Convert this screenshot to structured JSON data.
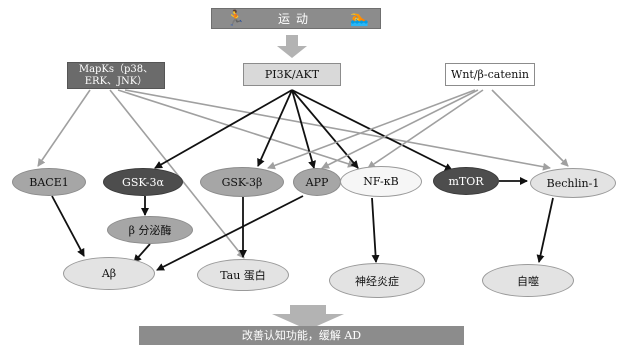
{
  "top": {
    "label": "运动",
    "left_icon": "running-person-icon",
    "right_icon": "swimming-person-icon"
  },
  "pathways": {
    "mapks": "MapKs（p38、ERK、JNK）",
    "pi3k": "PI3K/AKT",
    "wnt": "Wnt/β-catenin"
  },
  "nodes": {
    "bace1": "BACE1",
    "gsk3a": "GSK-3α",
    "gsk3b": "GSK-3β",
    "app": "APP",
    "nfkb": "NF-κB",
    "mtor": "mTOR",
    "beclin": "Bechlin-1",
    "beta_secretase": "β 分泌酶",
    "abeta": "Aβ",
    "tau": "Tau 蛋白",
    "neuroinflammation": "神经炎症",
    "autophagy": "自噬"
  },
  "bottom": {
    "label": "改善认知功能，缓解 AD"
  },
  "colors": {
    "top_bar": "#8c8c8c",
    "big_arrow": "#b3b3b3",
    "mapks_box": "#6b6b6b",
    "pi3k_box": "#d9d9d9",
    "wnt_box": "#ffffff",
    "bottom_bar": "#8c8c8c",
    "black_edge": "#111111",
    "gray_edge": "#a0a0a0"
  }
}
